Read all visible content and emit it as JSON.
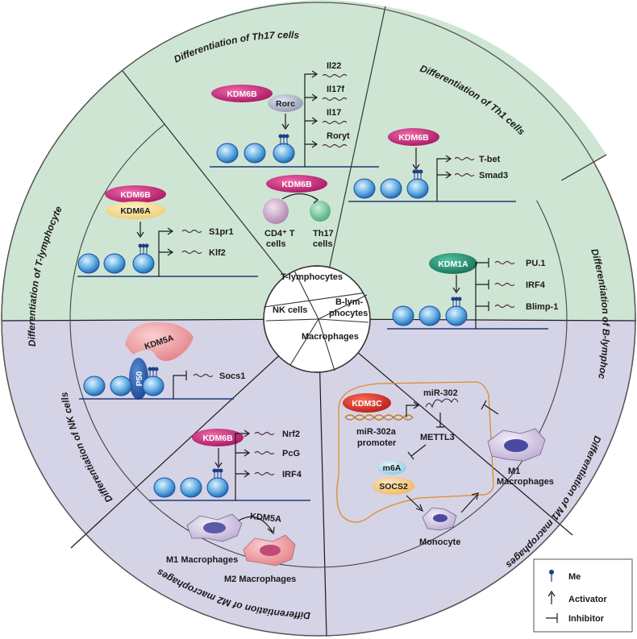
{
  "center": {
    "t_lymphocytes": "T-lymphocytes",
    "b_lymphocytes_1": "B-lym-",
    "b_lymphocytes_2": "phocytes",
    "nk_cells": "NK cells",
    "macrophages": "Macrophages"
  },
  "sections": {
    "t_lymphocyte": "Differentiation of T-lymphocyte",
    "th17": "Differentiation of Th17 cells",
    "th1": "Differentiation of Th1 cells",
    "b_lymphocyte": "Differentiation of B-lymphocyte",
    "m1": "Differentiation of M1 macrophages",
    "m2": "Differentiation of M2 macrophages",
    "nk": "Differentiation of NK cells"
  },
  "t_lymphocyte": {
    "enzyme_1": "KDM6B",
    "enzyme_2": "KDM6A",
    "genes": [
      "S1pr1",
      "Klf2"
    ]
  },
  "th17": {
    "enzyme": "KDM6B",
    "factor": "Rorc",
    "genes": [
      "Il22",
      "Il17f",
      "Il17",
      "Roryt"
    ],
    "enzyme_2": "KDM6B",
    "cd4_line1": "CD4⁺ T",
    "cd4_line2": "cells",
    "th17_line1": "Th17",
    "th17_line2": "cells"
  },
  "th1": {
    "enzyme": "KDM6B",
    "genes": [
      "T-bet",
      "Smad3"
    ]
  },
  "b_lymphocyte": {
    "enzyme": "KDM1A",
    "genes": [
      "PU.1",
      "IRF4",
      "Blimp-1"
    ]
  },
  "nk": {
    "enzyme": "KDM5A",
    "factor": "P50",
    "gene": "Socs1"
  },
  "m2": {
    "enzyme": "KDM6B",
    "genes": [
      "Nrf2",
      "PcG",
      "IRF4"
    ],
    "m1_label": "M1 Macrophages",
    "conv_enzyme": "KDM5A",
    "m2_label": "M2 Macrophages"
  },
  "m1": {
    "enzyme": "KDM3C",
    "mirna": "miR-302",
    "promoter_1": "miR-302a",
    "promoter_2": "promoter",
    "mettl3": "METTL3",
    "m6a": "m6A",
    "socs2": "SOCS2",
    "monocyte": "Monocyte",
    "m1_1": "M1",
    "m1_2": "Macrophages"
  },
  "legend": {
    "me": "Me",
    "activator": "Activator",
    "inhibitor": "Inhibitor"
  },
  "colors": {
    "green_sector": "#cfe5d4",
    "purple_sector": "#d5d3e6",
    "magenta": "#b5166b",
    "teal": "#1f8a6e",
    "yellow": "#f5dfa0",
    "red": "#d7231e",
    "blue": "#1d4fa3"
  }
}
